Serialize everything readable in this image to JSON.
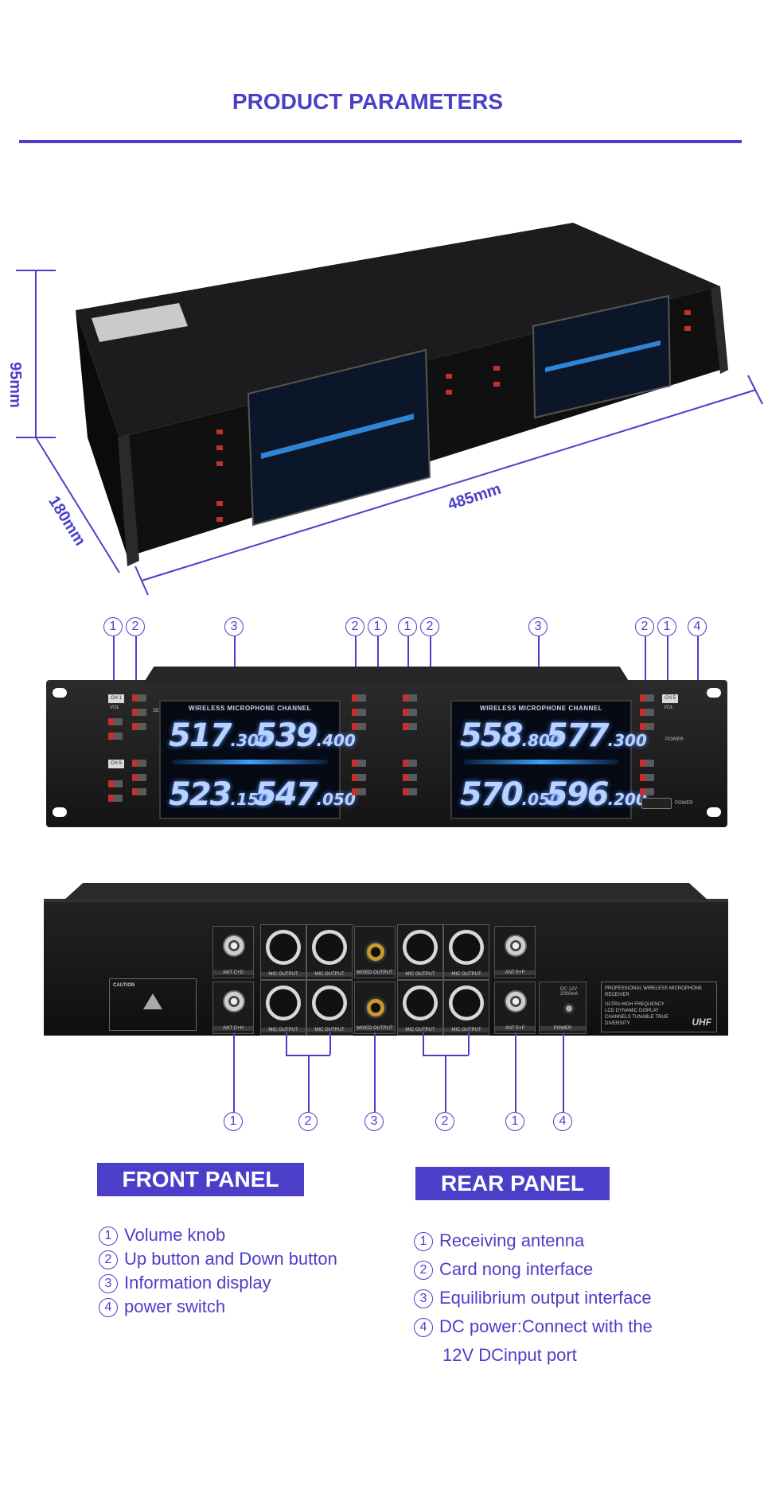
{
  "header": {
    "title": "PRODUCT PARAMETERS"
  },
  "dimensions": {
    "height": "95mm",
    "depth": "180mm",
    "width": "485mm"
  },
  "lcd": {
    "heading": "WIRELESS MICROPHONE CHANNEL",
    "left": {
      "f1": "517",
      "f1d": ".300",
      "f2": "539",
      "f2d": ".400",
      "f3": "523",
      "f3d": ".150",
      "f4": "547",
      "f4d": ".050"
    },
    "right": {
      "f1": "558",
      "f1d": ".800",
      "f2": "577",
      "f2d": ".300",
      "f3": "570",
      "f3d": ".050",
      "f4": "596",
      "f4d": ".200"
    }
  },
  "front_panel_labels": {
    "vol": "VOL",
    "set": "SET",
    "power": "POWER",
    "ch1": "CH 1",
    "ch5": "CH 5"
  },
  "front_callouts": [
    "1",
    "2",
    "3",
    "2",
    "1",
    "1",
    "2",
    "3",
    "2",
    "1",
    "4"
  ],
  "rear_ports": {
    "ant_top": "ANT C+D",
    "ant_bottom": "ANT C+H",
    "ant_top_r": "ANT E+F",
    "ant_bottom_r": "ANT E+F",
    "mic_out": "MIC OUTPUT",
    "mix_out": "MIXED OUTPUT",
    "power": "POWER",
    "dc_text": "DC 12V 2000mA",
    "caution_title": "CAUTION",
    "info_title": "PROFESSIONAL WIRELESS MICROPHONE RECEIVER",
    "info_lines": "ULTRA HIGH FREQUENCY LCD DYNAMIC DISPLAY CHANNELS TUNABLE TRUE DIVERSITY",
    "uhf": "UHF"
  },
  "rear_callouts": [
    "1",
    "2",
    "3",
    "2",
    "1",
    "4"
  ],
  "legend": {
    "front_title": "FRONT PANEL",
    "rear_title": "REAR PANEL",
    "front_items": [
      {
        "num": "1",
        "text": "Volume knob"
      },
      {
        "num": "2",
        "text": "Up button and Down button"
      },
      {
        "num": "3",
        "text": "Information display"
      },
      {
        "num": "4",
        "text": "power switch"
      }
    ],
    "rear_items": [
      {
        "num": "1",
        "text": "Receiving antenna"
      },
      {
        "num": "2",
        "text": "Card nong interface"
      },
      {
        "num": "3",
        "text": "Equilibrium output interface"
      },
      {
        "num": "4",
        "text": "DC power:Connect with the"
      }
    ],
    "rear_item4_cont": "12V DCinput port"
  },
  "colors": {
    "accent": "#4b3fc9",
    "lcd_text": "#b9d3ff",
    "panel": "#1a1a1a"
  }
}
